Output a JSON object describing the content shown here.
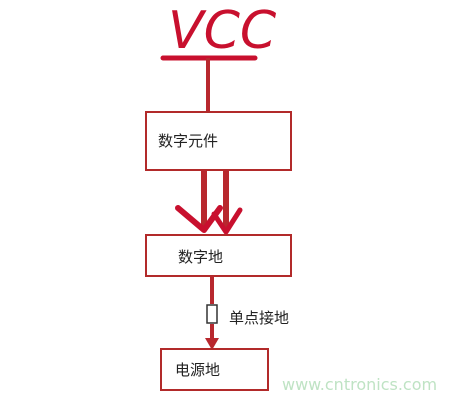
{
  "supply": {
    "label": "VCC"
  },
  "boxes": {
    "digital_component": "数字元件",
    "digital_ground": "数字地",
    "power_ground": "电源地"
  },
  "connection": {
    "label": "单点接地"
  },
  "watermark": {
    "text": "www.cntronics.com"
  },
  "colors": {
    "ink": "#c8102e",
    "box_border": "#b22a2a",
    "text": "#222222",
    "watermark": "#bfe3c4"
  }
}
